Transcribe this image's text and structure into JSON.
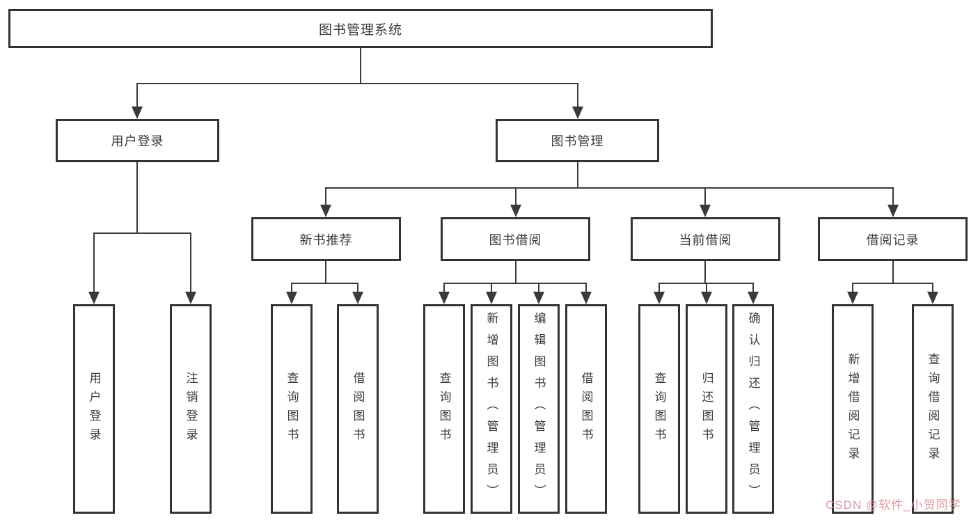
{
  "tree": {
    "root": {
      "label": "图书管理系统"
    },
    "branches": [
      {
        "label": "用户登录",
        "children": [
          {
            "label": "用户登录"
          },
          {
            "label": "注销登录"
          }
        ]
      },
      {
        "label": "图书管理",
        "children": [
          {
            "label": "新书推荐",
            "children": [
              {
                "label": "查询图书"
              },
              {
                "label": "借阅图书"
              }
            ]
          },
          {
            "label": "图书借阅",
            "children": [
              {
                "label": "查询图书"
              },
              {
                "label": "新增图书（管理员）"
              },
              {
                "label": "编辑图书（管理员）"
              },
              {
                "label": "借阅图书"
              }
            ]
          },
          {
            "label": "当前借阅",
            "children": [
              {
                "label": "查询图书"
              },
              {
                "label": "归还图书"
              },
              {
                "label": "确认归还（管理员）"
              }
            ]
          },
          {
            "label": "借阅记录",
            "children": [
              {
                "label": "新增借阅记录"
              },
              {
                "label": "查询借阅记录"
              }
            ]
          }
        ]
      }
    ]
  },
  "watermark": {
    "text": "CSDN @软件_小贺同学",
    "color": "#dc9aa2"
  },
  "colors": {
    "line": "#3a3a3a",
    "box_border": "#333333",
    "text": "#3b3b3b",
    "background": "#ffffff"
  }
}
